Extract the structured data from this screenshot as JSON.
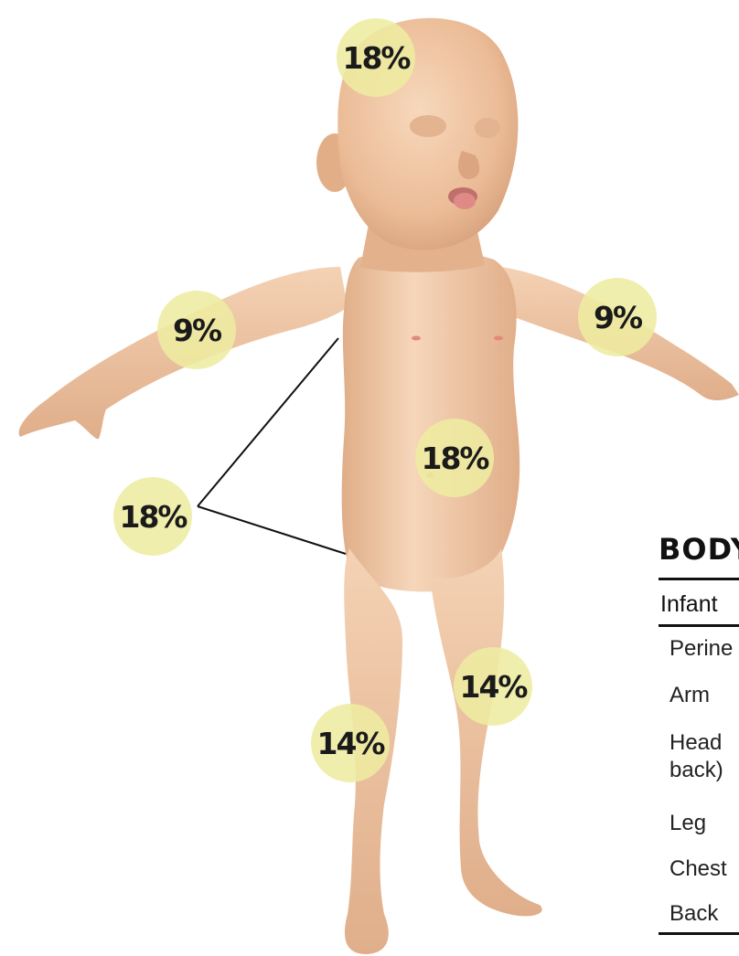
{
  "badges": {
    "head": "18%",
    "left_arm": "9%",
    "right_arm": "9%",
    "front": "18%",
    "back": "18%",
    "left_leg": "14%",
    "right_leg": "14%"
  },
  "table": {
    "title": "BODY",
    "header": "Infant",
    "rows": [
      "Perine",
      "Arm",
      "Head",
      "back)",
      "Leg",
      "Chest",
      "Back"
    ]
  },
  "colors": {
    "badge": "#eeeca0",
    "skin": "#f0c9a4",
    "skin_shadow": "#d9a47c"
  }
}
